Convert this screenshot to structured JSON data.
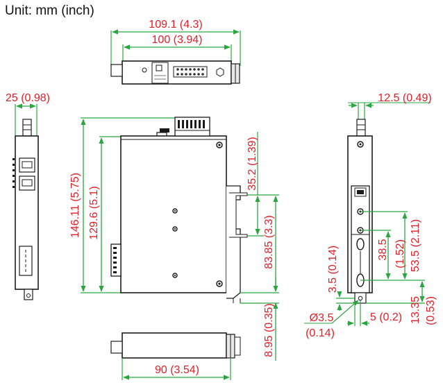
{
  "unit_label": "Unit: mm (inch)",
  "colors": {
    "dimension_text": "#e0202a",
    "dimension_line": "#2aa640",
    "outline": "#1a1a1a",
    "body_fill": "#ffffff",
    "panel_gray": "#d8d8d8"
  },
  "dimensions": {
    "top_overall_width": "109.1 (4.3)",
    "top_body_width": "100 (3.94)",
    "left_depth": "25 (0.98)",
    "front_overall_height": "146.11 (5.75)",
    "front_body_height": "129.6 (5.1)",
    "din_upper": "35.2 (1.39)",
    "din_span": "83.85 (3.3)",
    "din_lower": "8.95 (0.35)",
    "bottom_width": "90 (3.54)",
    "right_top_offset": "12.5 (0.49)",
    "right_hole_spacing_a": "38.5",
    "right_hole_spacing_a_inch": "(1.52)",
    "right_hole_spacing_b": "53.5 (2.11)",
    "right_bottom_offset": "3.5 (0.14)",
    "right_bracket_depth": "13.35",
    "right_bracket_depth_inch": "(0.53)",
    "hole_diameter": "Ø3.5",
    "hole_diameter_inch": "(0.14)",
    "hole_edge_offset": "5 (0.2)"
  }
}
